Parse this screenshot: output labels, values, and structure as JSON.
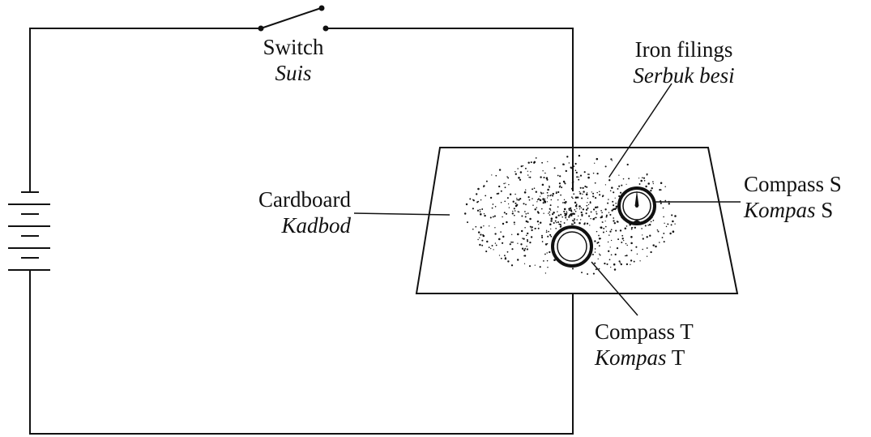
{
  "labels": {
    "switch": {
      "en": "Switch",
      "ms": "Suis"
    },
    "iron_filings": {
      "en": "Iron filings",
      "ms": "Serbuk besi"
    },
    "cardboard": {
      "en": "Cardboard",
      "ms": "Kadbod"
    },
    "compass_s": {
      "en": "Compass S",
      "ms": "Kompas",
      "ms_suffix": "S"
    },
    "compass_t": {
      "en": "Compass T",
      "ms": "Kompas",
      "ms_suffix": "T"
    }
  }
}
